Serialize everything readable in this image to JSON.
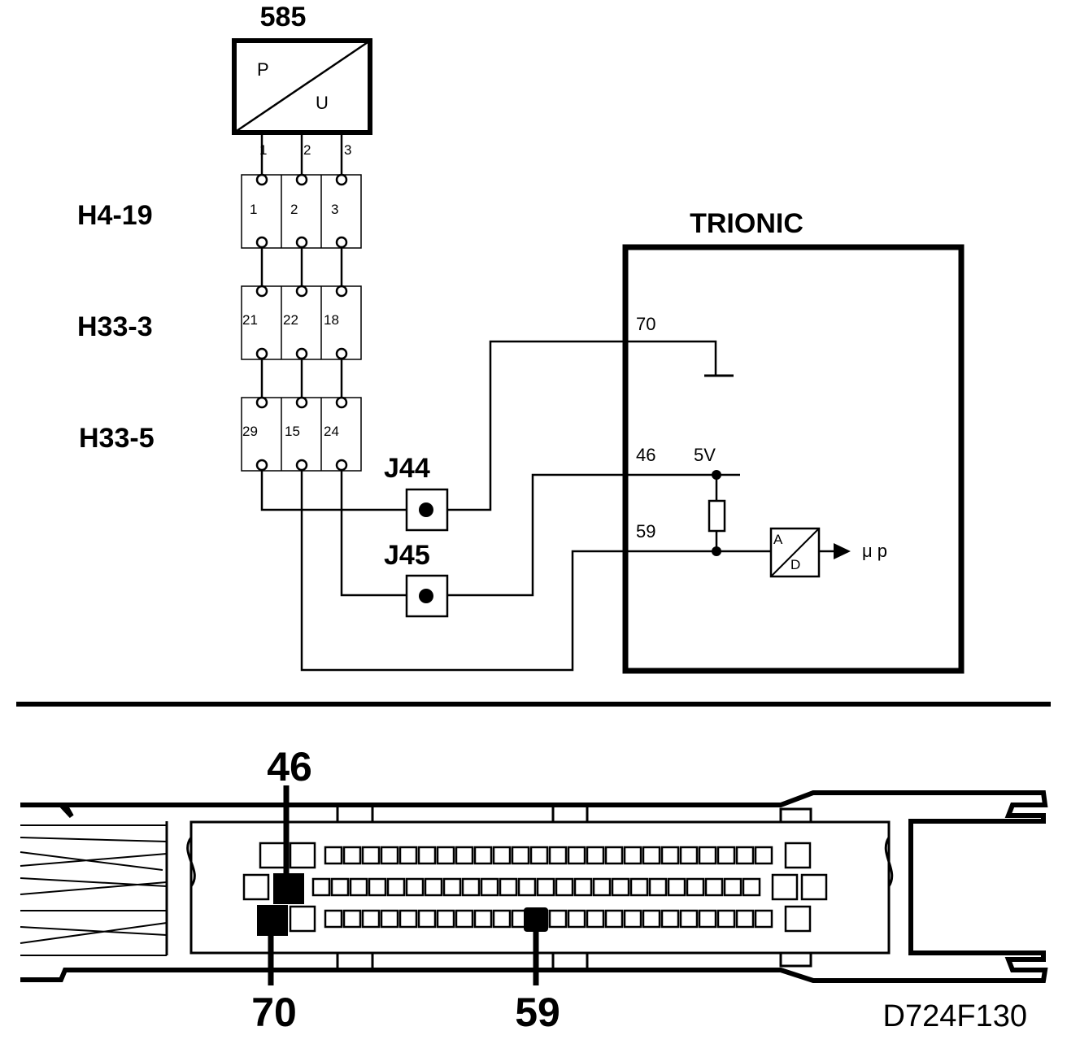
{
  "sensor": {
    "number": "585",
    "top_label": "P",
    "bottom_label": "U",
    "pins": [
      "1",
      "2",
      "3"
    ]
  },
  "connectors": [
    {
      "name": "H4-19",
      "pins": [
        "1",
        "2",
        "3"
      ]
    },
    {
      "name": "H33-3",
      "pins": [
        "21",
        "22",
        "18"
      ]
    },
    {
      "name": "H33-5",
      "pins": [
        "29",
        "15",
        "24"
      ]
    }
  ],
  "junctions": {
    "j44": "J44",
    "j45": "J45"
  },
  "control_unit": {
    "title": "TRIONIC",
    "pins": {
      "ground": "70",
      "supply": "46",
      "signal": "59"
    },
    "supply_voltage": "5V",
    "adc": {
      "a": "A",
      "d": "D"
    },
    "output": "μ p"
  },
  "connector_view": {
    "pin_labels": {
      "top": "46",
      "bottom_left": "70",
      "bottom_mid": "59"
    }
  },
  "figure_code": "D724F130"
}
